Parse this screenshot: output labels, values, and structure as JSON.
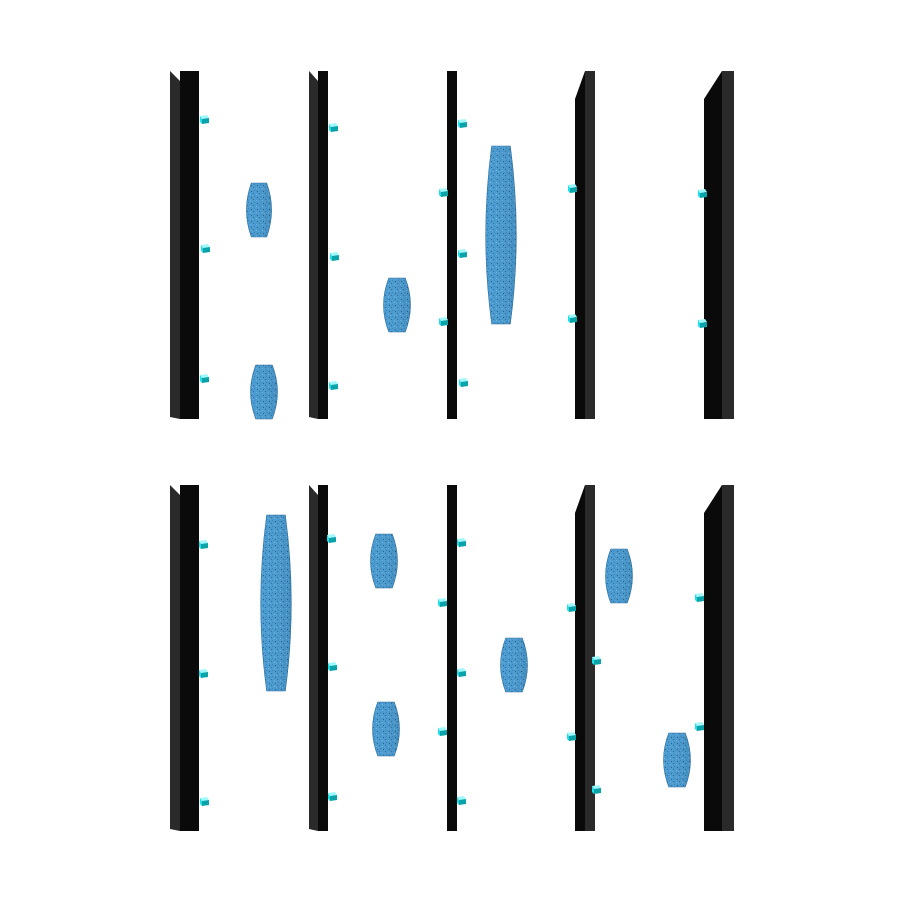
{
  "scene": {
    "background": "#ffffff",
    "wall_color": "#0a0a0a",
    "wall_side_color": "#2a2a2a",
    "peg_color": "#1fe0e8",
    "blob_color": "#4a9bd1",
    "panels": [
      {
        "id": "top",
        "walls": [
          {
            "id": "top-wall-1"
          },
          {
            "id": "top-wall-2"
          },
          {
            "id": "top-wall-3"
          },
          {
            "id": "top-wall-4"
          },
          {
            "id": "top-wall-5"
          }
        ],
        "pegs": [
          {
            "id": "top-peg-1"
          },
          {
            "id": "top-peg-2"
          },
          {
            "id": "top-peg-3"
          },
          {
            "id": "top-peg-4"
          },
          {
            "id": "top-peg-5"
          },
          {
            "id": "top-peg-6"
          },
          {
            "id": "top-peg-7"
          },
          {
            "id": "top-peg-8"
          },
          {
            "id": "top-peg-9"
          },
          {
            "id": "top-peg-10"
          },
          {
            "id": "top-peg-11"
          },
          {
            "id": "top-peg-12"
          },
          {
            "id": "top-peg-13"
          },
          {
            "id": "top-peg-14"
          }
        ],
        "blobs": [
          {
            "id": "top-blob-1"
          },
          {
            "id": "top-blob-2"
          },
          {
            "id": "top-blob-3"
          },
          {
            "id": "top-blob-4"
          }
        ]
      },
      {
        "id": "bottom",
        "walls": [
          {
            "id": "bottom-wall-1"
          },
          {
            "id": "bottom-wall-2"
          },
          {
            "id": "bottom-wall-3"
          },
          {
            "id": "bottom-wall-4"
          },
          {
            "id": "bottom-wall-5"
          }
        ],
        "pegs": [
          {
            "id": "bottom-peg-1"
          },
          {
            "id": "bottom-peg-2"
          },
          {
            "id": "bottom-peg-3"
          },
          {
            "id": "bottom-peg-4"
          },
          {
            "id": "bottom-peg-5"
          },
          {
            "id": "bottom-peg-6"
          },
          {
            "id": "bottom-peg-7"
          },
          {
            "id": "bottom-peg-8"
          },
          {
            "id": "bottom-peg-9"
          },
          {
            "id": "bottom-peg-10"
          },
          {
            "id": "bottom-peg-11"
          },
          {
            "id": "bottom-peg-12"
          },
          {
            "id": "bottom-peg-13"
          },
          {
            "id": "bottom-peg-14"
          },
          {
            "id": "bottom-peg-15"
          },
          {
            "id": "bottom-peg-16"
          }
        ],
        "blobs": [
          {
            "id": "bottom-blob-1"
          },
          {
            "id": "bottom-blob-2"
          },
          {
            "id": "bottom-blob-3"
          },
          {
            "id": "bottom-blob-4"
          },
          {
            "id": "bottom-blob-5"
          },
          {
            "id": "bottom-blob-6"
          }
        ]
      }
    ]
  }
}
